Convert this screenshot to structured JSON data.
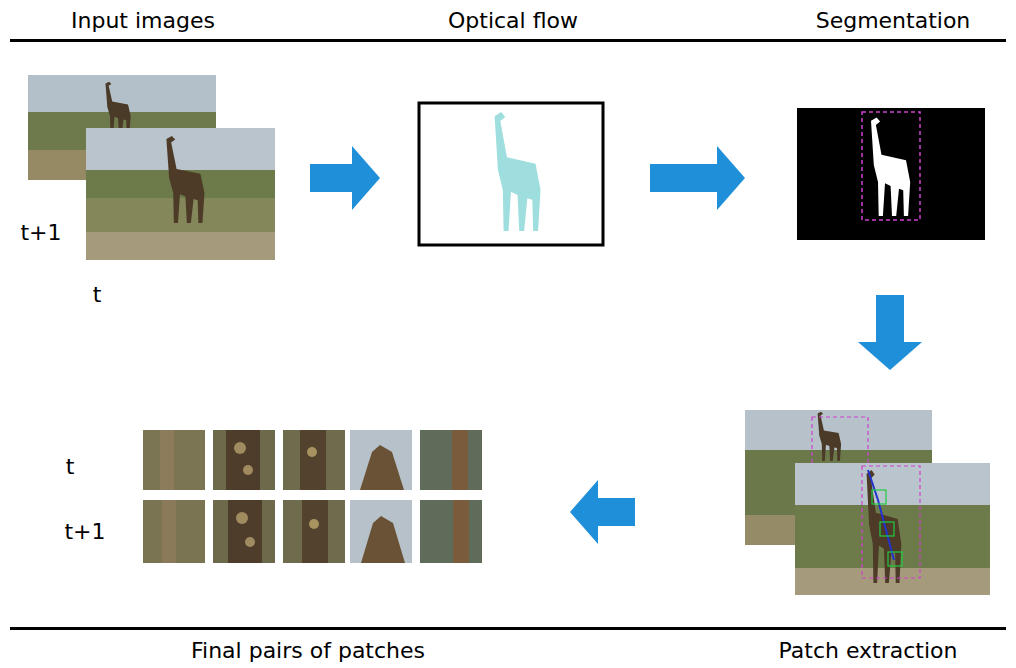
{
  "diagram": {
    "nodes": [
      {
        "text": [
          "Input images",
          "t+1",
          "t"
        ]
      },
      {
        "text": [
          "Optical flow"
        ]
      },
      {
        "text": [
          "Segmentation"
        ]
      },
      {
        "text": [
          "Patch extraction"
        ]
      },
      {
        "text": [
          "Final pairs of patches",
          "t",
          "t+1"
        ]
      }
    ],
    "edges": [
      {
        "from": 0,
        "to": 1,
        "arrow": "to"
      },
      {
        "from": 1,
        "to": 2,
        "arrow": "to"
      },
      {
        "from": 2,
        "to": 3,
        "arrow": "to"
      },
      {
        "from": 3,
        "to": 4,
        "arrow": "to"
      }
    ]
  }
}
